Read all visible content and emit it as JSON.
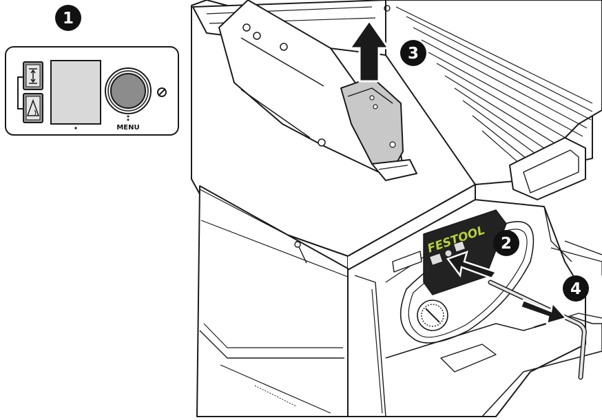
{
  "steps": [
    {
      "number": "1"
    },
    {
      "number": "2"
    },
    {
      "number": "3"
    },
    {
      "number": "4"
    }
  ],
  "panel": {
    "menu_label": "MENU",
    "buttons": [
      "height-adjust-icon",
      "tilt-angle-icon"
    ],
    "knob": "rotary-knob",
    "reset": "reset-icon"
  },
  "machine": {
    "brand_label": "FESTOOL",
    "brand_color": "#b5d334"
  },
  "colors": {
    "line": "#1a1a1a",
    "grey_fill": "#d9d9d9",
    "dark_fill": "#222222",
    "step_badge": "#111111"
  }
}
